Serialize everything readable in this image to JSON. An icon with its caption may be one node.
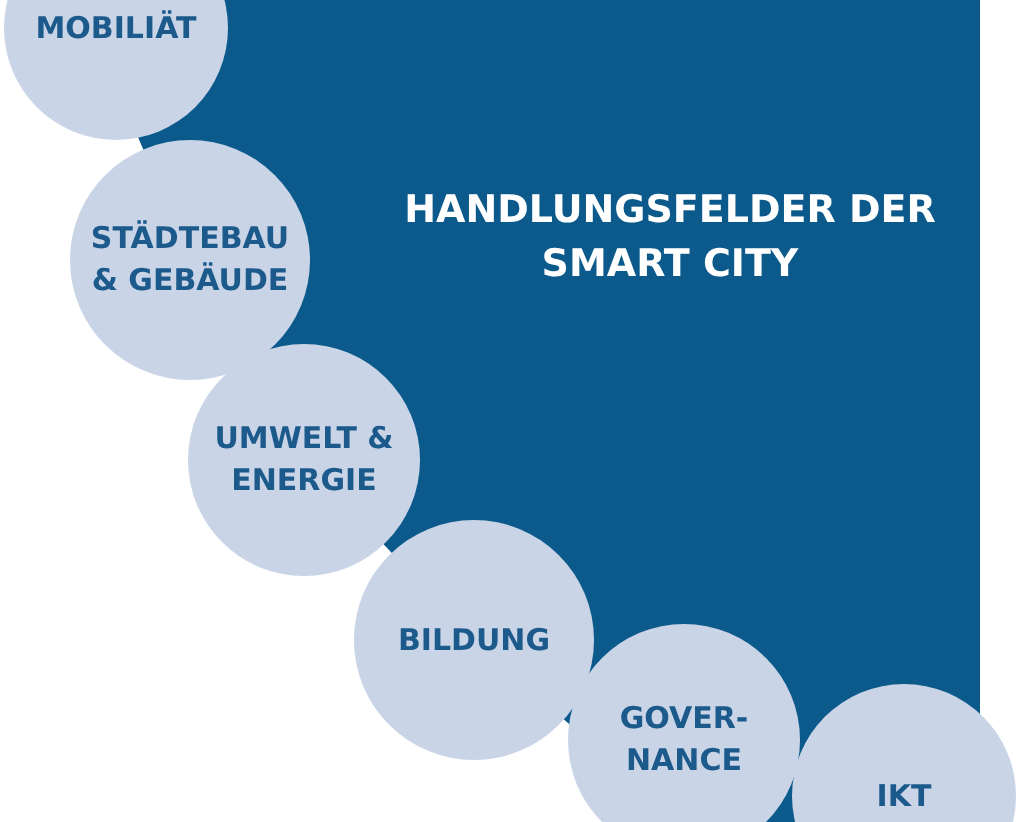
{
  "diagram": {
    "nodes": [
      {
        "text": [
          "HANDLUNGSFELDER DER SMART CITY"
        ]
      },
      {
        "text": [
          "MOBILIÄT"
        ]
      },
      {
        "text": [
          "STÄDTEBAU & GEBÄUDE"
        ]
      },
      {
        "text": [
          "UMWELT & ENERGIE"
        ]
      },
      {
        "text": [
          "BILDUNG"
        ]
      },
      {
        "text": [
          "GOVER- NANCE"
        ]
      },
      {
        "text": [
          "IKT"
        ]
      }
    ]
  }
}
